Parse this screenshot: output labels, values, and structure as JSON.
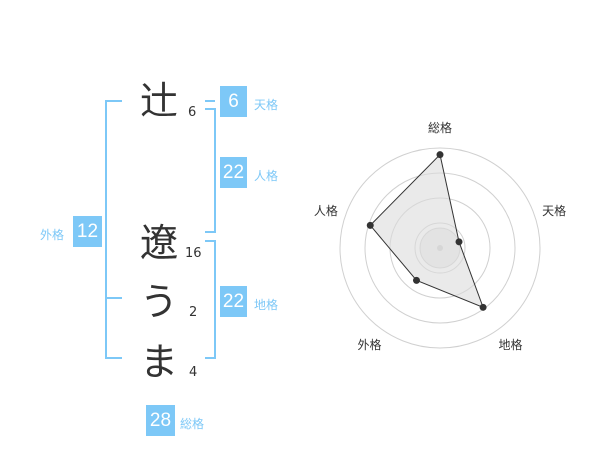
{
  "name": {
    "chars": [
      {
        "char": "辻",
        "strokes": "6"
      },
      {
        "char": "遼",
        "strokes": "16"
      },
      {
        "char": "う",
        "strokes": "2"
      },
      {
        "char": "ま",
        "strokes": "4"
      }
    ]
  },
  "kaku": {
    "tenkaku": {
      "value": "6",
      "label": "天格"
    },
    "jinkaku": {
      "value": "22",
      "label": "人格"
    },
    "chikaku": {
      "value": "22",
      "label": "地格"
    },
    "gaikaku": {
      "value": "12",
      "label": "外格"
    },
    "soukaku": {
      "value": "28",
      "label": "総格"
    }
  },
  "colors": {
    "accent": "#7dc8f7",
    "text": "#333333",
    "grid": "#d0d0d0",
    "fill": "#eeeeee"
  },
  "chart_data": {
    "type": "radar",
    "axes": [
      "総格",
      "天格",
      "地格",
      "外格",
      "人格"
    ],
    "values": [
      28,
      6,
      22,
      12,
      22
    ],
    "rings": 4
  }
}
